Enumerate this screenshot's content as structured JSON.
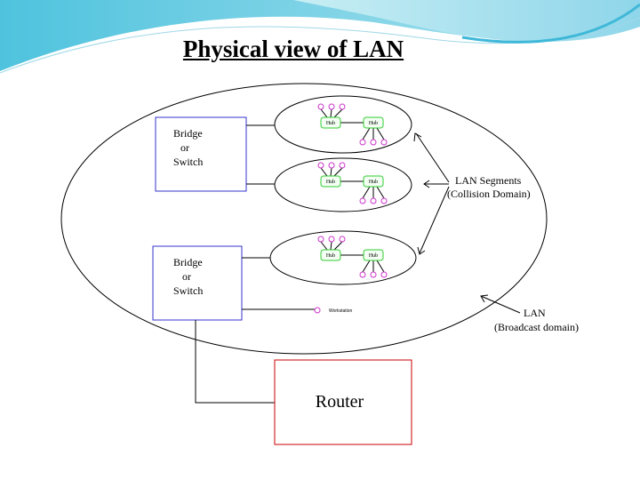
{
  "slide": {
    "title": "Physical view of LAN"
  },
  "diagram": {
    "bridges": [
      {
        "line1": "Bridge",
        "line2": "or",
        "line3": "Switch"
      },
      {
        "line1": "Bridge",
        "line2": "or",
        "line3": "Switch"
      }
    ],
    "hub_label": "Hub",
    "workstation_label": "Workstation",
    "router_label": "Router",
    "segments_label": {
      "line1": "LAN Segments",
      "line2": "(Collision Domain)"
    },
    "lan_label": {
      "line1": "LAN",
      "line2": "(Broadcast domain)"
    },
    "colors": {
      "hub": "#33cc33",
      "workstation": "#cc33cc",
      "bridge_border": "#3333cc",
      "router_border": "#cc0000",
      "header": "#5bc8e0"
    }
  }
}
